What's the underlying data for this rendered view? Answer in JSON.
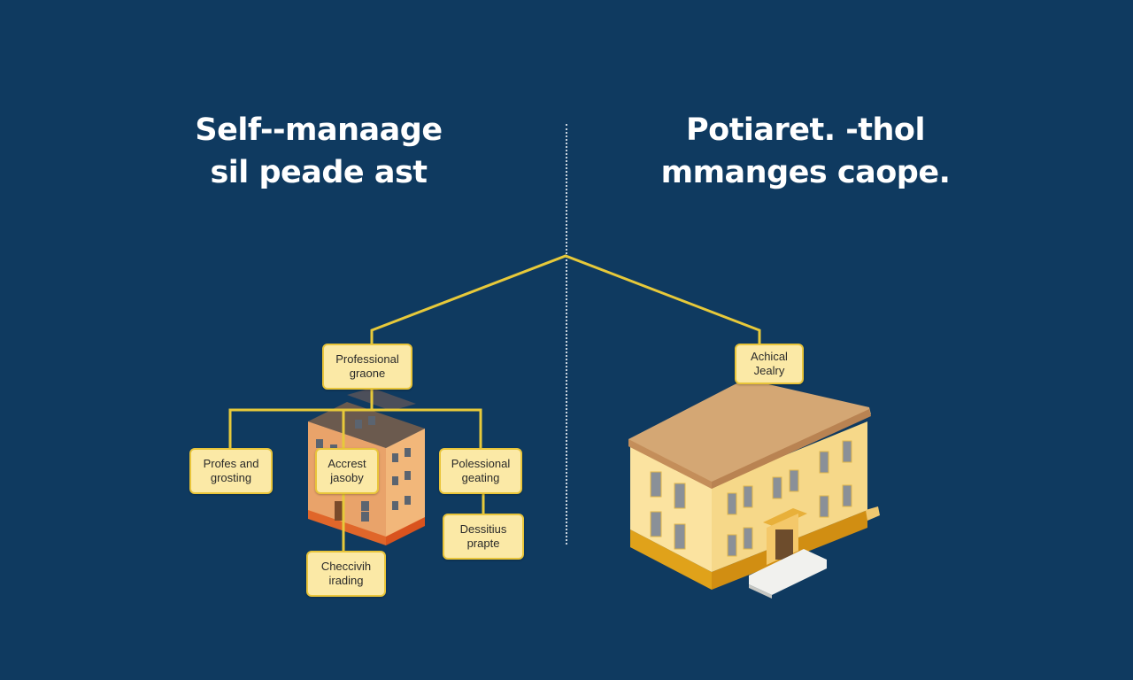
{
  "left_title": {
    "line1": "Self--manaage",
    "line2": "sil peade ast"
  },
  "right_title": {
    "line1": "Potiaret. -thol",
    "line2": "mmanges caope."
  },
  "left_tree": {
    "root": {
      "line1": "Professional",
      "line2": "graone"
    },
    "child_left": {
      "line1": "Profes and",
      "line2": "grosting"
    },
    "child_center": {
      "line1": "Accrest",
      "line2": "jasoby"
    },
    "child_right": {
      "line1": "Polessional",
      "line2": "geating"
    },
    "grandchild_center": {
      "line1": "Checcivih",
      "line2": "irading"
    },
    "grandchild_right": {
      "line1": "Dessitius",
      "line2": "prapte"
    }
  },
  "right_tree": {
    "root": {
      "line1": "Achical",
      "line2": "Jealry"
    }
  },
  "colors": {
    "background": "#0f3a60",
    "connector": "#e7c93a",
    "node_fill": "#fbe9a6",
    "node_border": "#e9c53a",
    "title_text": "#ffffff"
  }
}
